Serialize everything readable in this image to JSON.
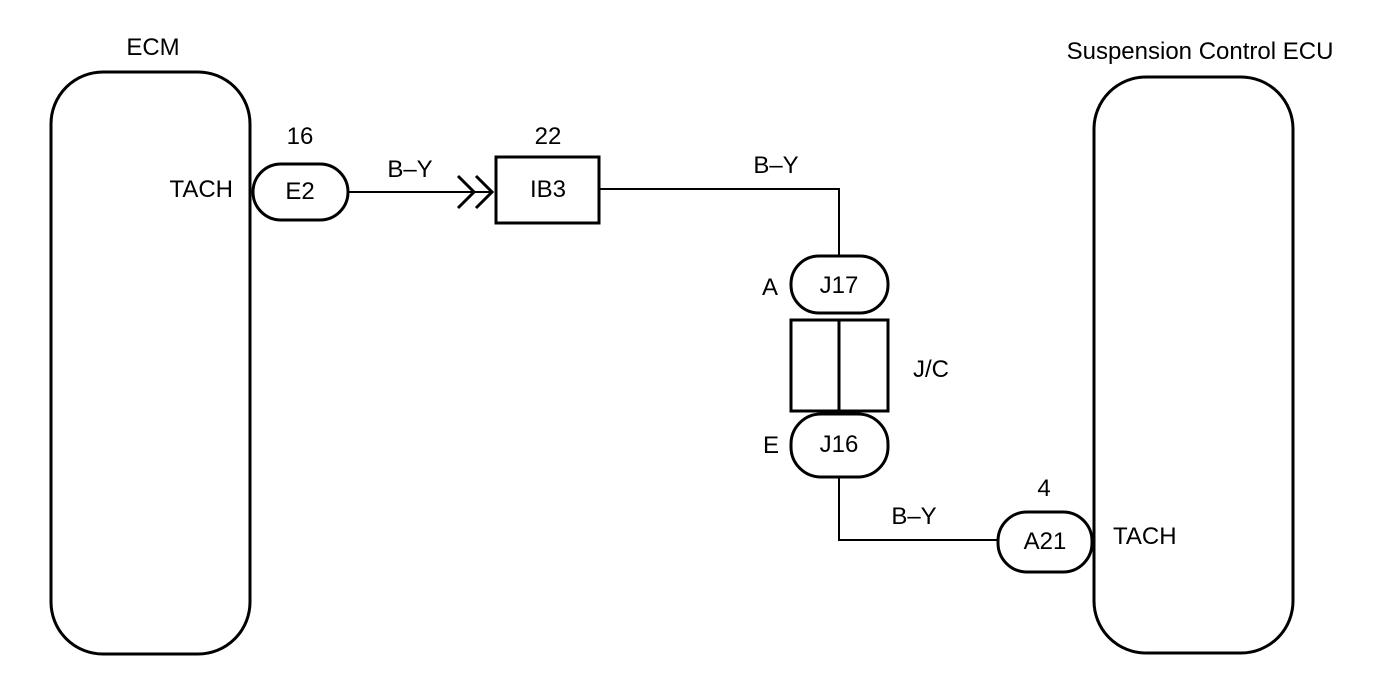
{
  "ecm": {
    "title": "ECM",
    "terminal": "TACH",
    "connector": {
      "id": "E2",
      "pin": "16"
    }
  },
  "wire_1": {
    "color": "B–Y"
  },
  "junction_ib3": {
    "id": "IB3",
    "pin": "22"
  },
  "wire_2": {
    "color": "B–Y"
  },
  "jc": {
    "label": "J/C",
    "top_connector": {
      "id": "J17",
      "pin": "A"
    },
    "bottom_connector": {
      "id": "J16",
      "pin": "E"
    }
  },
  "wire_3": {
    "color": "B–Y"
  },
  "suspension_ecu": {
    "title": "Suspension Control ECU",
    "terminal": "TACH",
    "connector": {
      "id": "A21",
      "pin": "4"
    }
  }
}
